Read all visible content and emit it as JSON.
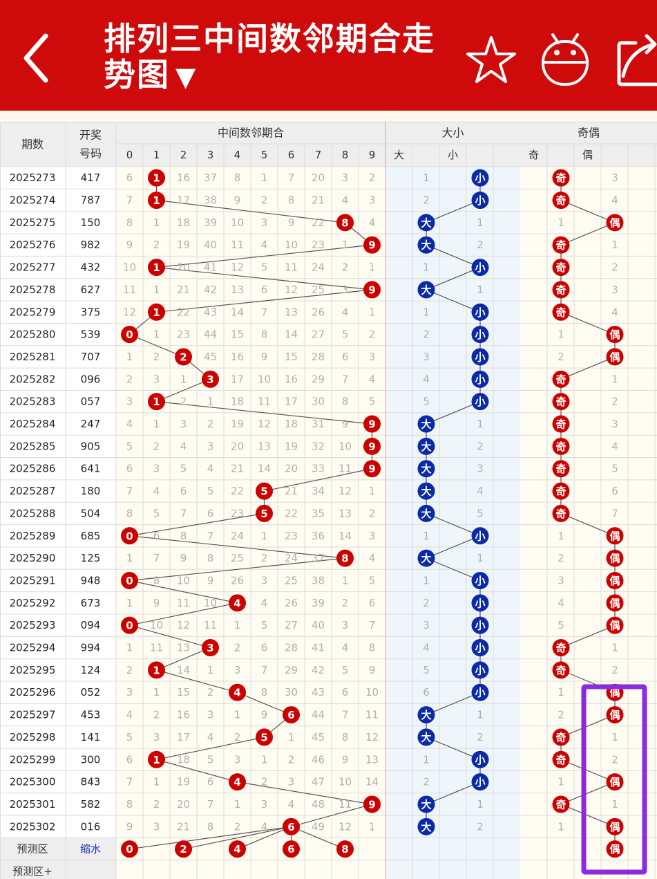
{
  "header": {
    "title": "排列三中间数邻期合走势图",
    "dropdown_caret": "▼",
    "back_icon": "chevron-left-icon",
    "star_icon": "star-icon",
    "robot_icon": "android-icon",
    "share_icon": "share-icon"
  },
  "colors": {
    "header_red": "#cf0a0a",
    "ball_red": "#cc0000",
    "ball_blue": "#0b2aa8",
    "grid": "#dcdcdc",
    "header_cell": "#eeeeee",
    "cream": "#fffcf2",
    "blue_bg": "#eef6fc",
    "miss_text": "#b0b0b0",
    "highlight": "#8a2be2"
  },
  "table": {
    "col_period": "期数",
    "col_draw_line1": "开奖",
    "col_draw_line2": "号码",
    "group_mid": "中间数邻期合",
    "group_size": "大小",
    "group_parity": "奇偶",
    "mid_digits": [
      "0",
      "1",
      "2",
      "3",
      "4",
      "5",
      "6",
      "7",
      "8",
      "9"
    ],
    "size_labels": [
      "大",
      "",
      "小",
      ""
    ],
    "parity_labels": [
      "奇",
      "",
      "偶",
      ""
    ],
    "ball_big": "大",
    "ball_small": "小",
    "ball_odd": "奇",
    "ball_even": "偶",
    "rows": [
      {
        "period": "2025273",
        "draw": "417",
        "mid": [
          "6",
          "1",
          "16",
          "37",
          "8",
          "1",
          "7",
          "20",
          "3",
          "2"
        ],
        "mid_hit": 1,
        "big": "1",
        "small": "小",
        "size_hit": "small",
        "odd": "奇",
        "even": "3",
        "parity_hit": "odd"
      },
      {
        "period": "2025274",
        "draw": "787",
        "mid": [
          "7",
          "1",
          "17",
          "38",
          "9",
          "2",
          "8",
          "21",
          "4",
          "3"
        ],
        "mid_hit": 1,
        "big": "2",
        "small": "小",
        "size_hit": "small",
        "odd": "奇",
        "even": "4",
        "parity_hit": "odd"
      },
      {
        "period": "2025275",
        "draw": "150",
        "mid": [
          "8",
          "1",
          "18",
          "39",
          "10",
          "3",
          "9",
          "22",
          "8",
          "4"
        ],
        "mid_hit": 8,
        "big": "大",
        "small": "1",
        "size_hit": "big",
        "odd": "1",
        "even": "偶",
        "parity_hit": "even"
      },
      {
        "period": "2025276",
        "draw": "982",
        "mid": [
          "9",
          "2",
          "19",
          "40",
          "11",
          "4",
          "10",
          "23",
          "1",
          "9"
        ],
        "mid_hit": 9,
        "big": "大",
        "small": "2",
        "size_hit": "big",
        "odd": "奇",
        "even": "1",
        "parity_hit": "odd"
      },
      {
        "period": "2025277",
        "draw": "432",
        "mid": [
          "10",
          "1",
          "20",
          "41",
          "12",
          "5",
          "11",
          "24",
          "2",
          "1"
        ],
        "mid_hit": 1,
        "big": "1",
        "small": "小",
        "size_hit": "small",
        "odd": "奇",
        "even": "2",
        "parity_hit": "odd"
      },
      {
        "period": "2025278",
        "draw": "627",
        "mid": [
          "11",
          "1",
          "21",
          "42",
          "13",
          "6",
          "12",
          "25",
          "3",
          "9"
        ],
        "mid_hit": 9,
        "big": "大",
        "small": "1",
        "size_hit": "big",
        "odd": "奇",
        "even": "3",
        "parity_hit": "odd"
      },
      {
        "period": "2025279",
        "draw": "375",
        "mid": [
          "12",
          "1",
          "22",
          "43",
          "14",
          "7",
          "13",
          "26",
          "4",
          "1"
        ],
        "mid_hit": 1,
        "big": "1",
        "small": "小",
        "size_hit": "small",
        "odd": "奇",
        "even": "4",
        "parity_hit": "odd"
      },
      {
        "period": "2025280",
        "draw": "539",
        "mid": [
          "0",
          "1",
          "23",
          "44",
          "15",
          "8",
          "14",
          "27",
          "5",
          "2"
        ],
        "mid_hit": 0,
        "big": "2",
        "small": "小",
        "size_hit": "small",
        "odd": "1",
        "even": "偶",
        "parity_hit": "even"
      },
      {
        "period": "2025281",
        "draw": "707",
        "mid": [
          "1",
          "2",
          "2",
          "45",
          "16",
          "9",
          "15",
          "28",
          "6",
          "3"
        ],
        "mid_hit": 2,
        "big": "3",
        "small": "小",
        "size_hit": "small",
        "odd": "2",
        "even": "偶",
        "parity_hit": "even"
      },
      {
        "period": "2025282",
        "draw": "096",
        "mid": [
          "2",
          "3",
          "1",
          "3",
          "17",
          "10",
          "16",
          "29",
          "7",
          "4"
        ],
        "mid_hit": 3,
        "big": "4",
        "small": "小",
        "size_hit": "small",
        "odd": "奇",
        "even": "1",
        "parity_hit": "odd"
      },
      {
        "period": "2025283",
        "draw": "057",
        "mid": [
          "3",
          "1",
          "2",
          "1",
          "18",
          "11",
          "17",
          "30",
          "8",
          "5"
        ],
        "mid_hit": 1,
        "big": "5",
        "small": "小",
        "size_hit": "small",
        "odd": "奇",
        "even": "2",
        "parity_hit": "odd"
      },
      {
        "period": "2025284",
        "draw": "247",
        "mid": [
          "4",
          "1",
          "3",
          "2",
          "19",
          "12",
          "18",
          "31",
          "9",
          "9"
        ],
        "mid_hit": 9,
        "big": "大",
        "small": "1",
        "size_hit": "big",
        "odd": "奇",
        "even": "3",
        "parity_hit": "odd"
      },
      {
        "period": "2025285",
        "draw": "905",
        "mid": [
          "5",
          "2",
          "4",
          "3",
          "20",
          "13",
          "19",
          "32",
          "10",
          "9"
        ],
        "mid_hit": 9,
        "big": "大",
        "small": "2",
        "size_hit": "big",
        "odd": "奇",
        "even": "4",
        "parity_hit": "odd"
      },
      {
        "period": "2025286",
        "draw": "641",
        "mid": [
          "6",
          "3",
          "5",
          "4",
          "21",
          "14",
          "20",
          "33",
          "11",
          "9"
        ],
        "mid_hit": 9,
        "big": "大",
        "small": "3",
        "size_hit": "big",
        "odd": "奇",
        "even": "5",
        "parity_hit": "odd"
      },
      {
        "period": "2025287",
        "draw": "180",
        "mid": [
          "7",
          "4",
          "6",
          "5",
          "22",
          "5",
          "21",
          "34",
          "12",
          "1"
        ],
        "mid_hit": 5,
        "big": "大",
        "small": "4",
        "size_hit": "big",
        "odd": "奇",
        "even": "6",
        "parity_hit": "odd"
      },
      {
        "period": "2025288",
        "draw": "504",
        "mid": [
          "8",
          "5",
          "7",
          "6",
          "23",
          "5",
          "22",
          "35",
          "13",
          "2"
        ],
        "mid_hit": 5,
        "big": "大",
        "small": "5",
        "size_hit": "big",
        "odd": "奇",
        "even": "7",
        "parity_hit": "odd"
      },
      {
        "period": "2025289",
        "draw": "685",
        "mid": [
          "0",
          "6",
          "8",
          "7",
          "24",
          "1",
          "23",
          "36",
          "14",
          "3"
        ],
        "mid_hit": 0,
        "big": "1",
        "small": "小",
        "size_hit": "small",
        "odd": "1",
        "even": "偶",
        "parity_hit": "even"
      },
      {
        "period": "2025290",
        "draw": "125",
        "mid": [
          "1",
          "7",
          "9",
          "8",
          "25",
          "2",
          "24",
          "37",
          "8",
          "4"
        ],
        "mid_hit": 8,
        "big": "大",
        "small": "1",
        "size_hit": "big",
        "odd": "2",
        "even": "偶",
        "parity_hit": "even"
      },
      {
        "period": "2025291",
        "draw": "948",
        "mid": [
          "0",
          "8",
          "10",
          "9",
          "26",
          "3",
          "25",
          "38",
          "1",
          "5"
        ],
        "mid_hit": 0,
        "big": "1",
        "small": "小",
        "size_hit": "small",
        "odd": "3",
        "even": "偶",
        "parity_hit": "even"
      },
      {
        "period": "2025292",
        "draw": "673",
        "mid": [
          "1",
          "9",
          "11",
          "10",
          "4",
          "4",
          "26",
          "39",
          "2",
          "6"
        ],
        "mid_hit": 4,
        "big": "2",
        "small": "小",
        "size_hit": "small",
        "odd": "4",
        "even": "偶",
        "parity_hit": "even"
      },
      {
        "period": "2025293",
        "draw": "094",
        "mid": [
          "0",
          "10",
          "12",
          "11",
          "1",
          "5",
          "27",
          "40",
          "3",
          "7"
        ],
        "mid_hit": 0,
        "big": "3",
        "small": "小",
        "size_hit": "small",
        "odd": "5",
        "even": "偶",
        "parity_hit": "even"
      },
      {
        "period": "2025294",
        "draw": "994",
        "mid": [
          "1",
          "11",
          "13",
          "3",
          "2",
          "6",
          "28",
          "41",
          "4",
          "8"
        ],
        "mid_hit": 3,
        "big": "4",
        "small": "小",
        "size_hit": "small",
        "odd": "奇",
        "even": "1",
        "parity_hit": "odd"
      },
      {
        "period": "2025295",
        "draw": "124",
        "mid": [
          "2",
          "1",
          "14",
          "1",
          "3",
          "7",
          "29",
          "42",
          "5",
          "9"
        ],
        "mid_hit": 1,
        "big": "5",
        "small": "小",
        "size_hit": "small",
        "odd": "奇",
        "even": "2",
        "parity_hit": "odd"
      },
      {
        "period": "2025296",
        "draw": "052",
        "mid": [
          "3",
          "1",
          "15",
          "2",
          "4",
          "8",
          "30",
          "43",
          "6",
          "10"
        ],
        "mid_hit": 4,
        "big": "6",
        "small": "小",
        "size_hit": "small",
        "odd": "1",
        "even": "偶",
        "parity_hit": "even"
      },
      {
        "period": "2025297",
        "draw": "453",
        "mid": [
          "4",
          "2",
          "16",
          "3",
          "1",
          "9",
          "6",
          "44",
          "7",
          "11"
        ],
        "mid_hit": 6,
        "big": "大",
        "small": "1",
        "size_hit": "big",
        "odd": "2",
        "even": "偶",
        "parity_hit": "even"
      },
      {
        "period": "2025298",
        "draw": "141",
        "mid": [
          "5",
          "3",
          "17",
          "4",
          "2",
          "5",
          "1",
          "45",
          "8",
          "12"
        ],
        "mid_hit": 5,
        "big": "大",
        "small": "2",
        "size_hit": "big",
        "odd": "奇",
        "even": "1",
        "parity_hit": "odd"
      },
      {
        "period": "2025299",
        "draw": "300",
        "mid": [
          "6",
          "1",
          "18",
          "5",
          "3",
          "1",
          "2",
          "46",
          "9",
          "13"
        ],
        "mid_hit": 1,
        "big": "1",
        "small": "小",
        "size_hit": "small",
        "odd": "奇",
        "even": "2",
        "parity_hit": "odd"
      },
      {
        "period": "2025300",
        "draw": "843",
        "mid": [
          "7",
          "1",
          "19",
          "6",
          "4",
          "2",
          "3",
          "47",
          "10",
          "14"
        ],
        "mid_hit": 4,
        "big": "2",
        "small": "小",
        "size_hit": "small",
        "odd": "1",
        "even": "偶",
        "parity_hit": "even"
      },
      {
        "period": "2025301",
        "draw": "582",
        "mid": [
          "8",
          "2",
          "20",
          "7",
          "1",
          "3",
          "4",
          "48",
          "11",
          "9"
        ],
        "mid_hit": 9,
        "big": "大",
        "small": "1",
        "size_hit": "big",
        "odd": "奇",
        "even": "1",
        "parity_hit": "odd"
      },
      {
        "period": "2025302",
        "draw": "016",
        "mid": [
          "9",
          "3",
          "21",
          "8",
          "2",
          "4",
          "6",
          "49",
          "12",
          "1"
        ],
        "mid_hit": 6,
        "big": "大",
        "small": "2",
        "size_hit": "big",
        "odd": "1",
        "even": "偶",
        "parity_hit": "even"
      }
    ],
    "prediction_label": "预测区",
    "prediction_action": "缩水",
    "prediction_mid": [
      "0",
      "2",
      "4",
      "6",
      "8"
    ],
    "prediction_even": "偶",
    "prediction_plus_label": "预测区+"
  }
}
